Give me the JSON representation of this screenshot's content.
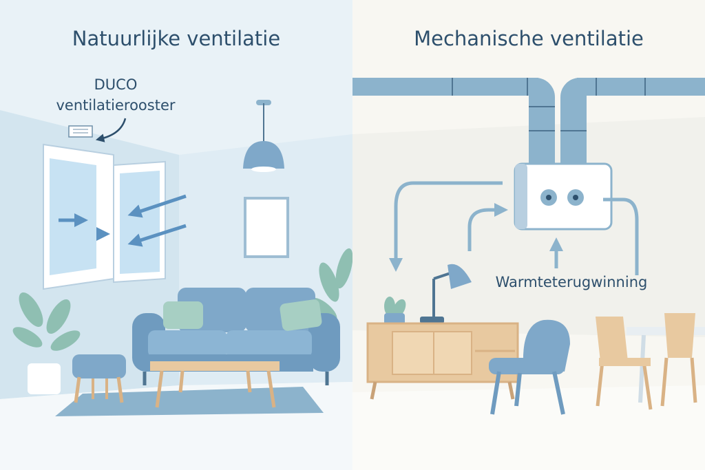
{
  "left_panel": {
    "title": "Natuurlijke ventilatie",
    "callout_line1": "DUCO",
    "callout_line2": "ventilatierooster"
  },
  "right_panel": {
    "title": "Mechanische ventilatie",
    "label": "Warmteterugwinning"
  },
  "colors": {
    "title_text": "#2d4f6c",
    "left_background": "#e4eff5",
    "right_background": "#f8f7f2",
    "duct": "#8cb3cc",
    "sofa": "#7fa8c9",
    "wood": "#e8c9a0"
  }
}
